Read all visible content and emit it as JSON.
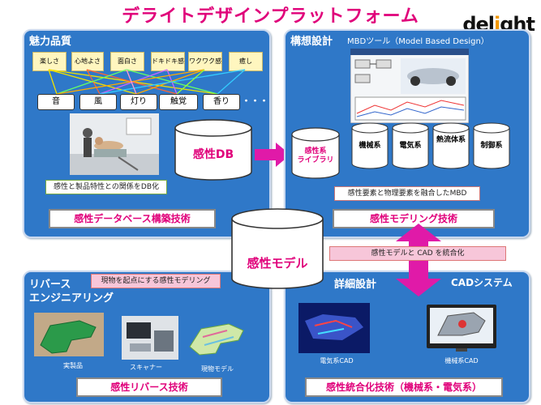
{
  "title": "デライトデザインプラットフォーム",
  "logo": {
    "text_pre": "del",
    "text_mid": "i",
    "text_post": "ght"
  },
  "tl": {
    "title": "魅力品質",
    "chips": [
      "楽しさ",
      "心地よさ",
      "面白さ",
      "ドキドキ感",
      "ワクワク感",
      "癒し"
    ],
    "senses": [
      "音",
      "風",
      "灯り",
      "触覚",
      "香り"
    ],
    "ellipsis": "・・・",
    "db_label": "感性DB",
    "note": "感性と製品特性との関係をDB化",
    "tech": "感性データベース構築技術"
  },
  "tr": {
    "title": "構想設計",
    "subtitle": "MBDツール（Model Based Design）",
    "library_label": "感性系\nライブラリ",
    "small_dbs": [
      "機械系",
      "電気系",
      "熱流体系",
      "制御系"
    ],
    "note": "感性要素と物理要素を融合したMBD",
    "tech": "感性モデリング技術"
  },
  "center": {
    "model_label": "感性モデル",
    "cad_integration": "感性モデルと CAD を統合化"
  },
  "bl": {
    "title_line1": "リバース",
    "title_line2": "エンジニアリング",
    "note": "現物を起点にする感性モデリング",
    "captions": [
      "実製品",
      "スキャナー",
      "現物モデル"
    ],
    "tech": "感性リバース技術"
  },
  "br": {
    "title": "詳細設計",
    "cad_system": "CADシステム",
    "captions": [
      "電気系CAD",
      "機械系CAD"
    ],
    "tech": "感性統合化技術（機械系・電気系）"
  },
  "colors": {
    "panel": "#2f78c8",
    "accent": "#e0007a",
    "arrow": "#e01aa8",
    "chip": "#fff6bf"
  }
}
